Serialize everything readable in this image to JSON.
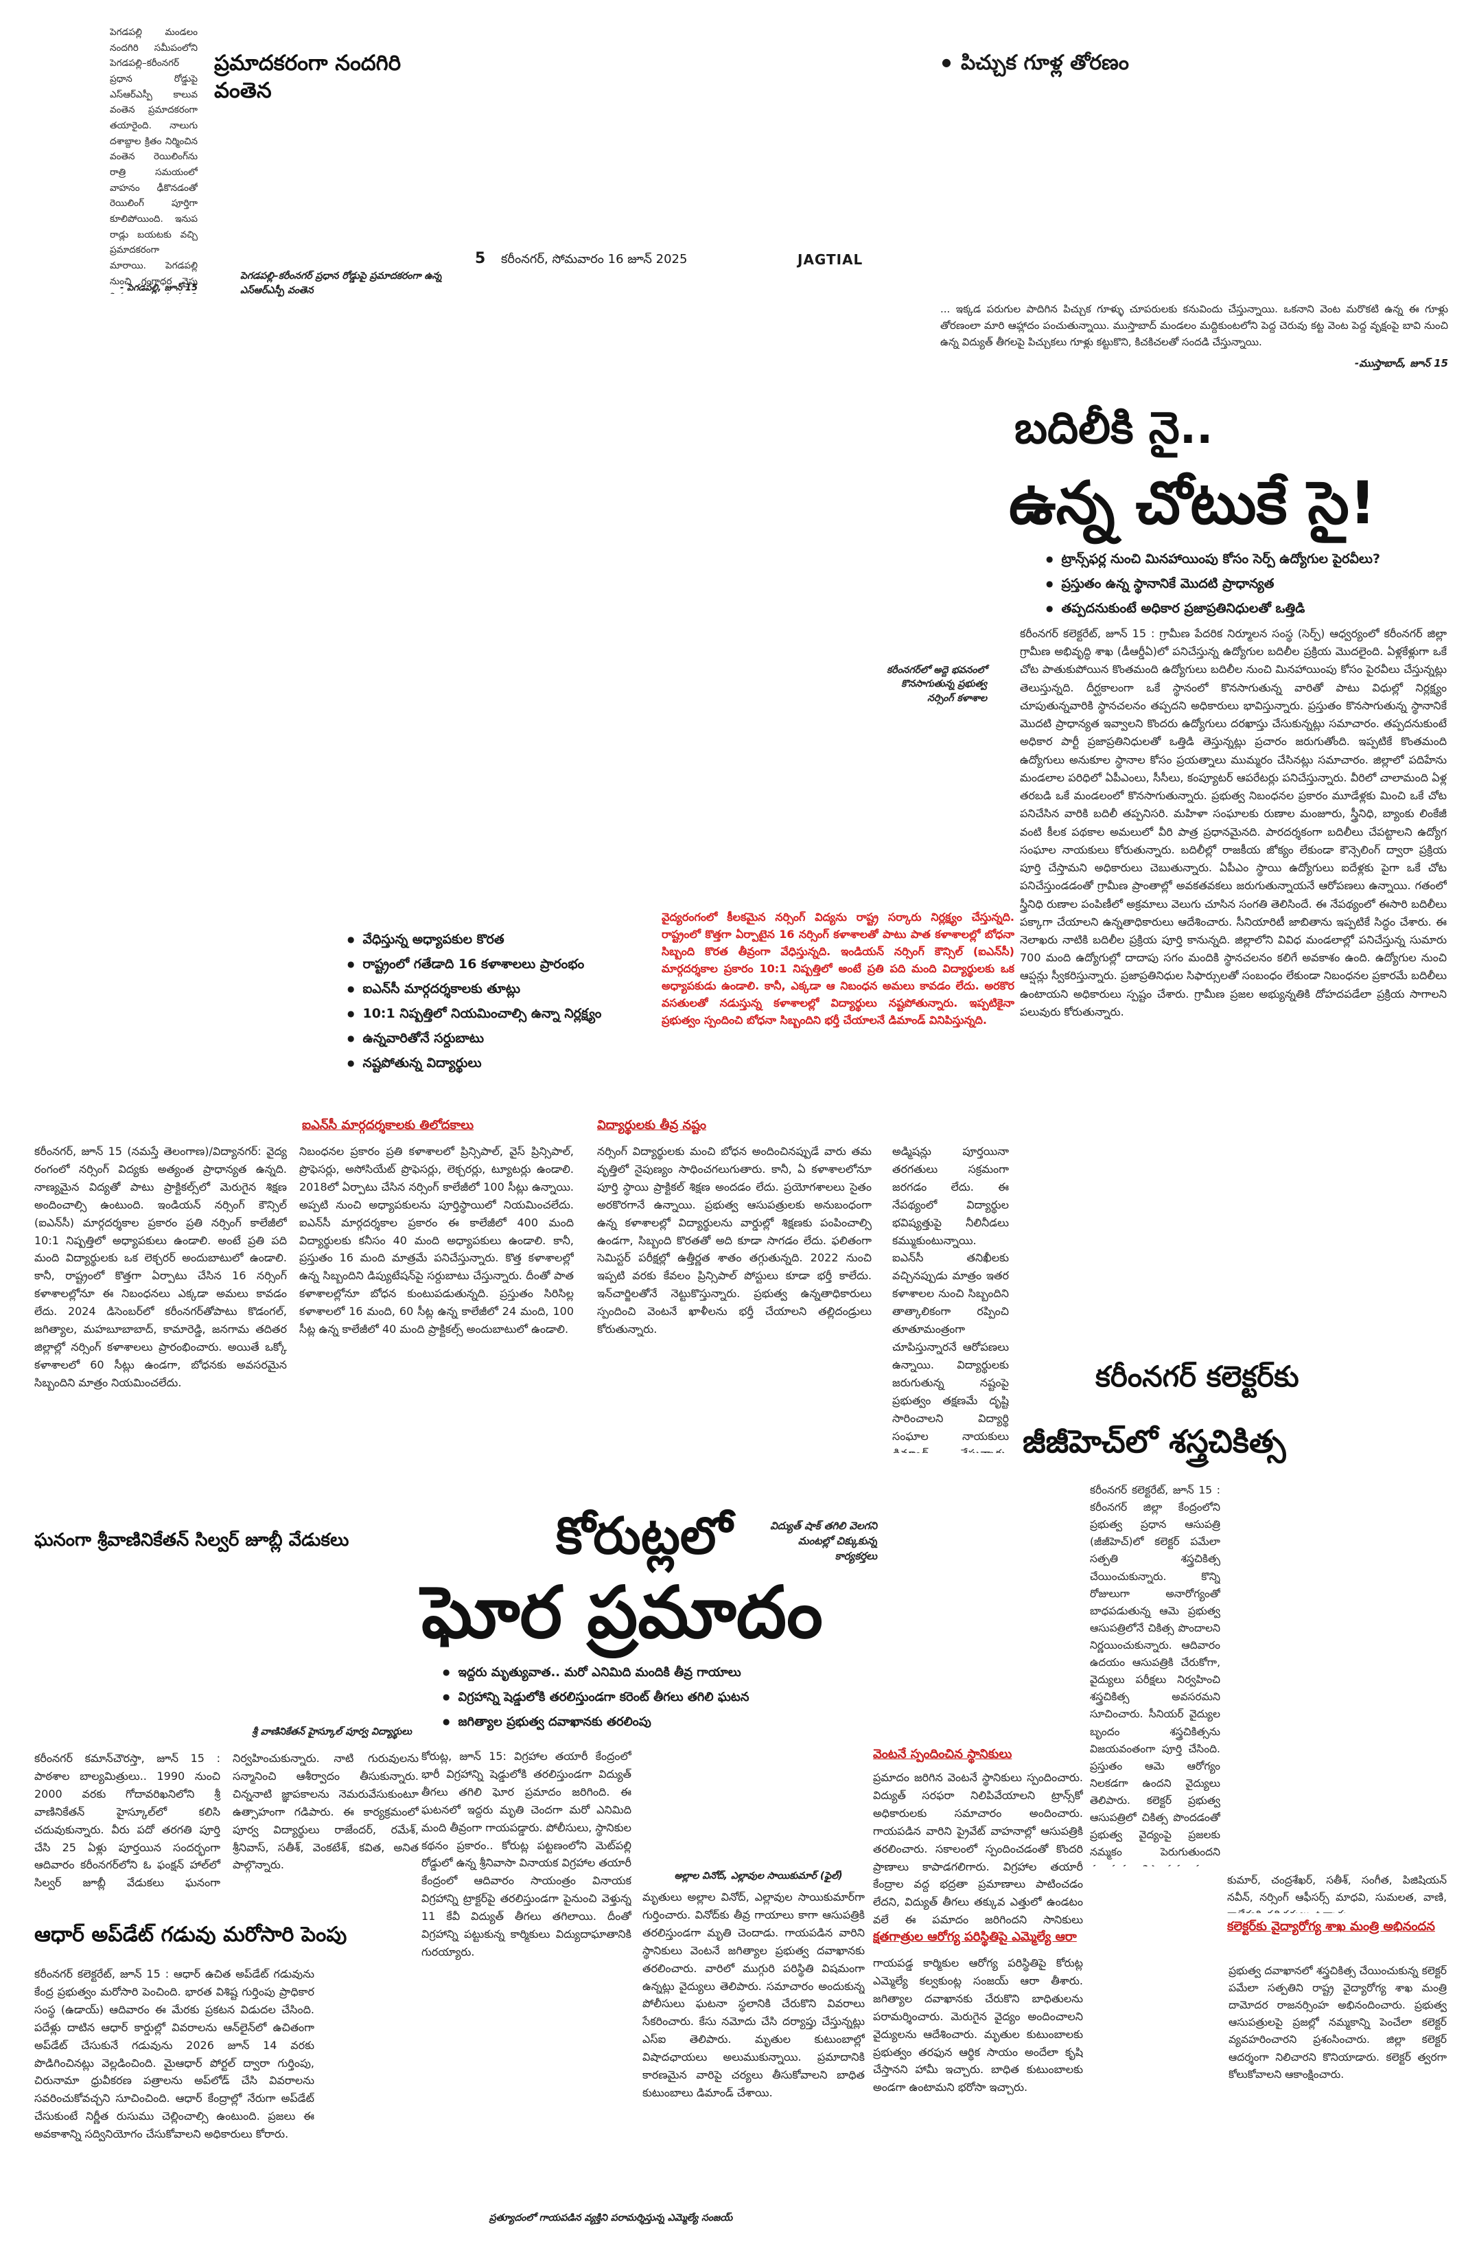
{
  "masthead": {
    "page_no": "5",
    "dateline": "కరీంనగర్, సోమవారం 16 జూన్ 2025",
    "section": "JAGTIAL"
  },
  "story_nandagiri": {
    "headline": "ప్రమాదకరంగా నందగిరి వంతెన",
    "body": "పెగడపల్లి మండలం నందగిరి సమీపంలోని పెగడపల్లి–కరీంనగర్ ప్రధాన రోడ్డుపై ఎస్ఆర్ఎస్పీ కాలువ వంతెన ప్రమాదకరంగా తయారైంది. నాలుగు దశాబ్దాల క్రితం నిర్మించిన వంతెన రెయిలింగ్‌ను రాత్రి సమయంలో వాహనం ఢీకొనడంతో రెయిలింగ్ పూర్తిగా కూలిపోయింది. ఇనుప రాడ్లు బయటకు వచ్చి ప్రమాదకరంగా మారాయి. పెగడపల్లి నుంచి గంగాధర వైపు నిత్యం వందలాది వాహనాలు ప్రయాణిస్తున్నాయి. జగిత్యాల, కరీంనగర్ జిల్లాలను కలిపే ప్రధాన మార్గం కావడంతో అధికారులు స్పందించి మరమ్మతులు చేయాలని వాహనదారులు కోరుతున్నారు.",
    "byline": "- పెగడపల్లి, జూన్ 15",
    "photo_caption": "పెగడపల్లి–కరీంనగర్ ప్రధాన రోడ్డుపై ప్రమాదకరంగా ఉన్న ఎస్ఆర్ఎస్పీ వంతెన"
  },
  "story_nests": {
    "headline": "పిచ్చుక గూళ్ల తోరణం",
    "body": "... ఇక్కడ పరుగుల పాదిగిన పిచ్చుక గూళ్ళు చూపరులకు కనువిందు చేస్తున్నాయి. ఒకనాని వెంట మరొకటి ఉన్న ఈ గూళ్లు తోరణంలా మారి ఆహ్లాదం పంచుతున్నాయి. ముస్తాబాద్ మండలం మద్దికుంటలోని పెద్ద చెరువు కట్ట వెంట పెద్ద వృక్షంపై బావి నుంచి ఉన్న విద్యుత్ తీగలపై పిచ్చుకలు గూళ్లు కట్టుకొని, కిచకిచలతో సందడి చేస్తున్నాయి.",
    "byline": "-ముస్తాబాద్, జూన్ 15"
  },
  "story_transfer": {
    "headline_line1": "బదిలీకి నై..",
    "headline_line2": "ఉన్న చోటుకే సై!",
    "bullets": [
      "ట్రాన్స్‌ఫర్ల నుంచి మినహాయింపు కోసం సెర్ప్ ఉద్యోగుల పైరవీలు?",
      "ప్రస్తుతం ఉన్న స్థానానికే మొదటి ప్రాధాన్యత",
      "తప్పదనుకుంటే అధికార ప్రజాప్రతినిధులతో ఒత్తిడి"
    ],
    "photo_caption": "కరీంనగర్‌లో అద్దె భవనంలో కొనసాగుతున్న ప్రభుత్వ నర్సింగ్ కళాశాల",
    "body": "కరీంనగర్ కలెక్టరేట్, జూన్ 15 : గ్రామీణ పేదరిక నిర్మూలన సంస్థ (సెర్ప్) ఆధ్వర్యంలో కరీంనగర్ జిల్లా గ్రామీణ అభివృద్ధి శాఖ (డీఆర్డీఏ)లో పనిచేస్తున్న ఉద్యోగుల బదిలీల ప్రక్రియ మొదలైంది. ఏళ్లకేళ్లుగా ఒకే చోట పాతుకుపోయిన కొంతమంది ఉద్యోగులు బదిలీల నుంచి మినహాయింపు కోసం పైరవీలు చేస్తున్నట్లు తెలుస్తున్నది. దీర్ఘకాలంగా ఒకే స్థానంలో కొనసాగుతున్న వారితో పాటు విధుల్లో నిర్లక్ష్యం చూపుతున్నవారికి స్థానచలనం తప్పదని అధికారులు భావిస్తున్నారు. ప్రస్తుతం కొనసాగుతున్న స్థానానికే మొదటి ప్రాధాన్యత ఇవ్వాలని కొందరు ఉద్యోగులు దరఖాస్తు చేసుకున్నట్లు సమాచారం. తప్పదనుకుంటే అధికార పార్టీ ప్రజాప్రతినిధులతో ఒత్తిడి తెస్తున్నట్లు ప్రచారం జరుగుతోంది. ఇప్పటికే కొంతమంది ఉద్యోగులు అనుకూల స్థానాల కోసం ప్రయత్నాలు ముమ్మరం చేసినట్లు సమాచారం. జిల్లాలో పదిహేను మండలాల పరిధిలో ఏపీఎంలు, సీసీలు, కంప్యూటర్ ఆపరేటర్లు పనిచేస్తున్నారు. వీరిలో చాలామంది ఏళ్ల తరబడి ఒకే మండలంలో కొనసాగుతున్నారు. ప్రభుత్వ నిబంధనల ప్రకారం మూడేళ్లకు మించి ఒకే చోట పనిచేసిన వారికి బదిలీ తప్పనిసరి. మహిళా సంఘాలకు రుణాల మంజూరు, స్త్రీనిధి, బ్యాంకు లింకేజీ వంటి కీలక పథకాల అమలులో వీరి పాత్ర ప్రధానమైనది. పారదర్శకంగా బదిలీలు చేపట్టాలని ఉద్యోగ సంఘాల నాయకులు కోరుతున్నారు. బదిలీల్లో రాజకీయ జోక్యం లేకుండా కౌన్సెలింగ్ ద్వారా ప్రక్రియ పూర్తి చేస్తామని అధికారులు చెబుతున్నారు. ఏపీఎం స్థాయి ఉద్యోగులు ఐదేళ్లకు పైగా ఒకే చోట పనిచేస్తుండడంతో గ్రామీణ ప్రాంతాల్లో అవకతవకలు జరుగుతున్నాయనే ఆరోపణలు ఉన్నాయి. గతంలో స్త్రీనిధి రుణాల పంపిణీలో అక్రమాలు వెలుగు చూసిన సంగతి తెలిసిందే. ఈ నేపథ్యంలో ఈసారి బదిలీలు పక్కాగా చేయాలని ఉన్నతాధికారులు ఆదేశించారు. సీనియారిటీ జాబితాను ఇప్పటికే సిద్ధం చేశారు. ఈ నెలాఖరు నాటికి బదిలీల ప్రక్రియ పూర్తి కానున్నది. జిల్లాలోని వివిధ మండలాల్లో పనిచేస్తున్న సుమారు 700 మంది ఉద్యోగుల్లో దాదాపు సగం మందికి స్థానచలనం కలిగే అవకాశం ఉంది. ఉద్యోగుల నుంచి ఆప్షన్లు స్వీకరిస్తున్నారు. ప్రజాప్రతినిధుల సిఫార్సులతో సంబంధం లేకుండా నిబంధనల ప్రకారమే బదిలీలు ఉంటాయని అధికారులు స్పష్టం చేశారు. గ్రామీణ ప్రజల అభ్యున్నతికి దోహదపడేలా ప్రక్రియ సాగాలని పలువురు కోరుతున్నారు."
  },
  "story_nursing": {
    "red_lede": "వైద్యరంగంలో కీలకమైన నర్సింగ్ విద్యను రాష్ట్ర సర్కారు నిర్లక్ష్యం చేస్తున్నది. రాష్ట్రంలో కొత్తగా ఏర్పాటైన 16 నర్సింగ్ కళాశాలతో పాటు పాత కళాశాలల్లో బోధనా సిబ్బంది కొరత తీవ్రంగా వేధిస్తున్నది. ఇండియన్ నర్సింగ్ కౌన్సిల్ (ఐఎన్‌సీ) మార్గదర్శకాల ప్రకారం 10:1 నిష్పత్తిలో అంటే ప్రతి పది మంది విద్యార్థులకు ఒక అధ్యాపకుడు ఉండాలి. కానీ, ఎక్కడా ఆ నిబంధన అమలు కావడం లేదు. అరకొర వసతులతో నడుస్తున్న కళాశాలల్లో విద్యార్థులు నష్టపోతున్నారు. ఇప్పటికైనా ప్రభుత్వం స్పందించి బోధనా సిబ్బందిని భర్తీ చేయాలనే డిమాండ్ వినిపిస్తున్నది.",
    "bullets": [
      "వేధిస్తున్న అధ్యాపకుల కొరత",
      "రాష్ట్రంలో గతేడాది 16 కళాశాలలు ప్రారంభం",
      "ఐఎన్‌సీ మార్గదర్శకాలకు తూట్లు",
      "10:1 నిష్పత్తిలో నియమించాల్సి ఉన్నా నిర్లక్ష్యం",
      "ఉన్నవారితోనే సర్దుబాటు",
      "నష్టపోతున్న విద్యార్థులు"
    ],
    "sub1": "ఐఎన్‌సీ మార్గదర్శకాలకు తిలోదకాలు",
    "sub2": "విద్యార్థులకు తీవ్ర నష్టం",
    "col1": "కరీంనగర్, జూన్ 15 (నమస్తే తెలంగాణ)/విద్యానగర్: వైద్య రంగంలో నర్సింగ్ విద్యకు అత్యంత ప్రాధాన్యత ఉన్నది. నాణ్యమైన విద్యతో పాటు ప్రాక్టికల్స్‌లో మెరుగైన శిక్షణ అందించాల్సి ఉంటుంది. ఇండియన్ నర్సింగ్ కౌన్సిల్ (ఐఎన్‌సీ) మార్గదర్శకాల ప్రకారం ప్రతి నర్సింగ్ కాలేజీలో 10:1 నిష్పత్తిలో అధ్యాపకులు ఉండాలి. అంటే ప్రతి పది మంది విద్యార్థులకు ఒక లెక్చరర్ అందుబాటులో ఉండాలి. కానీ, రాష్ట్రంలో కొత్తగా ఏర్పాటు చేసిన 16 నర్సింగ్ కళాశాలల్లోనూ ఈ నిబంధనలు ఎక్కడా అమలు కావడం లేదు. 2024 డిసెంబర్‌లో కరీంనగర్‌తోపాటు కొడంగల్, జగిత్యాల, మహబూబాబాద్, కామారెడ్డి, జనగామ తదితర జిల్లాల్లో నర్సింగ్ కళాశాలలు ప్రారంభించారు. అయితే ఒక్కో కళాశాలలో 60 సీట్లు ఉండగా, బోధనకు అవసరమైన సిబ్బందిని మాత్రం నియమించలేదు.",
    "col2": "నిబంధనల ప్రకారం ప్రతి కళాశాలలో ప్రిన్సిపాల్, వైస్ ప్రిన్సిపాల్, ప్రొఫెసర్లు, అసోసియేట్ ప్రొఫెసర్లు, లెక్చరర్లు, ట్యూటర్లు ఉండాలి. 2018లో ఏర్పాటు చేసిన నర్సింగ్ కాలేజీలో 100 సీట్లు ఉన్నాయి. అప్పటి నుంచి అధ్యాపకులను పూర్తిస్థాయిలో నియమించలేదు. ఐఎన్‌సీ మార్గదర్శకాల ప్రకారం ఈ కాలేజీలో 400 మంది విద్యార్థులకు కనీసం 40 మంది అధ్యాపకులు ఉండాలి. కానీ, ప్రస్తుతం 16 మంది మాత్రమే పనిచేస్తున్నారు. కొత్త కళాశాలల్లో ఉన్న సిబ్బందిని డిప్యుటేషన్‌పై సర్దుబాటు చేస్తున్నారు. దీంతో పాత కళాశాలల్లోనూ బోధన కుంటుపడుతున్నది. ప్రస్తుతం సిరిసిల్ల కళాశాలలో 16 మంది, 60 సీట్ల ఉన్న కాలేజీలో 24 మంది, 100 సీట్ల ఉన్న కాలేజీలో 40 మంది ప్రాక్టికల్స్ అందుబాటులో ఉండాలి.",
    "col3": "నర్సింగ్ విద్యార్థులకు మంచి బోధన అందించినప్పుడే వారు తమ వృత్తిలో నైపుణ్యం సాధించగలుగుతారు. కానీ, ఏ కళాశాలలోనూ పూర్తి స్థాయి ప్రాక్టికల్ శిక్షణ అందడం లేదు. ప్రయోగశాలలు సైతం అరకొరగానే ఉన్నాయి. ప్రభుత్వ ఆసుపత్రులకు అనుబంధంగా ఉన్న కళాశాలల్లో విద్యార్థులను వార్డుల్లో శిక్షణకు పంపించాల్సి ఉండగా, సిబ్బంది కొరతతో అది కూడా సాగడం లేదు. ఫలితంగా సెమిస్టర్ పరీక్షల్లో ఉత్తీర్ణత శాతం తగ్గుతున్నది. 2022 నుంచి ఇప్పటి వరకు కేవలం ప్రిన్సిపాల్ పోస్టులు కూడా భర్తీ కాలేదు. ఇన్‌చార్జిలతోనే నెట్టుకొస్తున్నారు. ప్రభుత్వ ఉన్నతాధికారులు స్పందించి వెంటనే ఖాళీలను భర్తీ చేయాలని తల్లిదండ్రులు కోరుతున్నారు.",
    "col4": "అడ్మిషన్లు పూర్తయినా తరగతులు సక్రమంగా జరగడం లేదు. ఈ నేపథ్యంలో విద్యార్థుల భవిష్యత్తుపై నీలినీడలు కమ్ముకుంటున్నాయి. ఐఎన్‌సీ తనిఖీలకు వచ్చినప్పుడు మాత్రం ఇతర కళాశాలల నుంచి సిబ్బందిని తాత్కాలికంగా రప్పించి తూతూమంత్రంగా చూపిస్తున్నారనే ఆరోపణలు ఉన్నాయి. విద్యార్థులకు జరుగుతున్న నష్టంపై ప్రభుత్వం తక్షణమే దృష్టి సారించాలని విద్యార్థి సంఘాల నాయకులు డిమాండ్ చేస్తున్నారు. లేకపోతే ఆందోళన తప్పదని హెచ్చరిస్తున్నారు."
  },
  "story_surgery": {
    "headline_line1": "కరీంనగర్ కలెక్టర్‌కు",
    "headline_line2": "జీజీహెచ్‌లో శస్త్రచికిత్స",
    "body": "కరీంనగర్ కలెక్టరేట్, జూన్ 15 : కరీంనగర్ జిల్లా కేంద్రంలోని ప్రభుత్వ ప్రధాన ఆసుపత్రి (జీజీహెచ్)లో కలెక్టర్ పమేలా సత్పతి శస్త్రచికిత్స చేయించుకున్నారు. కొన్ని రోజులుగా అనారోగ్యంతో బాధపడుతున్న ఆమె ప్రభుత్వ ఆసుపత్రిలోనే చికిత్స పొందాలని నిర్ణయించుకున్నారు. ఆదివారం ఉదయం ఆసుపత్రికి చేరుకోగా, వైద్యులు పరీక్షలు నిర్వహించి శస్త్రచికిత్స అవసరమని సూచించారు. సీనియర్ వైద్యుల బృందం శస్త్రచికిత్సను విజయవంతంగా పూర్తి చేసింది. ప్రస్తుతం ఆమె ఆరోగ్యం నిలకడగా ఉందని వైద్యులు తెలిపారు. కలెక్టర్ ప్రభుత్వ ఆసుపత్రిలో చికిత్స పొందడంతో ప్రభుత్వ వైద్యంపై ప్రజలకు నమ్మకం పెరుగుతుందని పలువురు అభిప్రాయపడ్డారు.",
    "doctors_list": "కుమార్, చంద్రశేఖర్, సతీశ్, సంగీత, పిజిషియన్ నవీన్, నర్సింగ్ ఆఫీసర్స్ మాధవి, సుమలత, వాణి, రాజేశ్వరి తదితరులు ఉన్నారు.",
    "sub": "కలెక్టర్‌కు వైద్యారోగ్య శాఖ మంత్రి అభినందన",
    "sub_body": "ప్రభుత్వ దవాఖానలో శస్త్రచికిత్స చేయించుకున్న కలెక్టర్ పమేలా సత్పతిని రాష్ట్ర వైద్యారోగ్య శాఖ మంత్రి దామోదర రాజనర్సింహ అభినందించారు. ప్రభుత్వ ఆసుపత్రులపై ప్రజల్లో నమ్మకాన్ని పెంచేలా కలెక్టర్ వ్యవహరించారని ప్రశంసించారు. జిల్లా కలెక్టర్ ఆదర్శంగా నిలిచారని కొనియాడారు. కలెక్టర్ త్వరగా కోలుకోవాలని ఆకాంక్షించారు."
  },
  "story_korutla": {
    "headline_line1": "కోరుట్లలో",
    "headline_line2": "ఘోర ప్రమాదం",
    "bullets": [
      "ఇద్దరు మృత్యువాత.. మరో ఎనిమిది మందికి తీవ్ర గాయాలు",
      "విగ్రహాన్ని షెడ్డులోకి తరలిస్తుండగా కరెంట్ తీగలు తగిలి ఘటన",
      "జగిత్యాల ప్రభుత్వ దవాఖానకు తరలింపు"
    ],
    "photo_caption_right": "విద్యుత్ షాక్ తగిలి వెలగని మంటల్లో చిక్కుకున్న కార్యకర్తలు",
    "photo_caption_bottom_left": "అల్లాల వినోద్, ఎల్లావుల సాయికుమార్ (ఫైల్)",
    "photo_caption_bottom": "ప్రత్యూదంలో గాయపడిన వ్యక్తిని పరామర్శిస్తున్న ఎమ్మెల్యే సంజయ్",
    "col1": "కోరుట్ల, జూన్ 15: విగ్రహాల తయారీ కేంద్రంలో భారీ విగ్రహాన్ని షెడ్డులోకి తరలిస్తుండగా విద్యుత్ తీగలు తగిలి ఘోర ప్రమాదం జరిగింది. ఈ ఘటనలో ఇద్దరు మృతి చెందగా మరో ఎనిమిది మంది తీవ్రంగా గాయపడ్డారు. పోలీసులు, స్థానికుల కథనం ప్రకారం.. కోరుట్ల పట్టణంలోని మెట్‌పల్లి రోడ్డులో ఉన్న శ్రీనివాసా వినాయక విగ్రహాల తయారీ కేంద్రంలో ఆదివారం సాయంత్రం వినాయక విగ్రహాన్ని ట్రాక్టర్‌పై తరలిస్తుండగా పైనుంచి వెళ్తున్న 11 కేవీ విద్యుత్ తీగలు తగిలాయి. దీంతో విగ్రహాన్ని పట్టుకున్న కార్మికులు విద్యుదాఘాతానికి గురయ్యారు.",
    "col2": "మృతులు అల్లాల వినోద్, ఎల్లావుల సాయికుమార్‌గా గుర్తించారు. వినోద్‌కు తీవ్ర గాయాలు కాగా ఆసుపత్రికి తరలిస్తుండగా మృతి చెందాడు. గాయపడిన వారిని స్థానికులు వెంటనే జగిత్యాల ప్రభుత్వ దవాఖానకు తరలించారు. వారిలో ముగ్గురి పరిస్థితి విషమంగా ఉన్నట్లు వైద్యులు తెలిపారు. సమాచారం అందుకున్న పోలీసులు ఘటనా స్థలానికి చేరుకొని వివరాలు సేకరించారు. కేసు నమోదు చేసి దర్యాప్తు చేస్తున్నట్లు ఎస్‌ఐ తెలిపారు. మృతుల కుటుంబాల్లో విషాదఛాయలు అలుముకున్నాయి. ప్రమాదానికి కారణమైన వారిపై చర్యలు తీసుకోవాలని బాధిత కుటుంబాలు డిమాండ్ చేశాయి.",
    "sub1": "వెంటనే స్పందించిన స్థానికులు",
    "col3": "ప్రమాదం జరిగిన వెంటనే స్థానికులు స్పందించారు. విద్యుత్ సరఫరా నిలిపివేయాలని ట్రాన్స్‌కో అధికారులకు సమాచారం అందించారు. గాయపడిన వారిని ప్రైవేట్ వాహనాల్లో ఆసుపత్రికి తరలించారు. సకాలంలో స్పందించడంతో కొందరి ప్రాణాలు కాపాడగలిగారు. విగ్రహాల తయారీ కేంద్రాల వద్ద భద్రతా ప్రమాణాలు పాటించడం లేదని, విద్యుత్ తీగలు తక్కువ ఎత్తులో ఉండటం వల్లే ఈ ప్రమాదం జరిగిందని స్థానికులు ఆరోపించారు.",
    "sub2": "క్షతగాత్రుల ఆరోగ్య పరిస్థితిపై ఎమ్మెల్యే ఆరా",
    "col4": "గాయపడ్డ కార్మికుల ఆరోగ్య పరిస్థితిపై కోరుట్ల ఎమ్మెల్యే కల్వకుంట్ల సంజయ్ ఆరా తీశారు. జగిత్యాల దవాఖానకు చేరుకొని బాధితులను పరామర్శించారు. మెరుగైన వైద్యం అందించాలని వైద్యులను ఆదేశించారు. మృతుల కుటుంబాలకు ప్రభుత్వం తరఫున ఆర్థిక సాయం అందేలా కృషి చేస్తానని హామీ ఇచ్చారు. బాధిత కుటుంబాలకు అండగా ఉంటామని భరోసా ఇచ్చారు."
  },
  "story_jubilee": {
    "headline": "ఘనంగా శ్రీవాణినికేతన్ సిల్వర్ జూబ్లీ వేడుకలు",
    "photo_caption": "శ్రీ వాణినికేతన్ హైస్కూల్ పూర్వ విద్యార్థులు",
    "body": "కరీంనగర్ కమాన్‌చౌరస్తా, జూన్ 15 : పాఠశాల బాల్యమిత్రులు.. 1990 నుంచి 2000 వరకు గోదావరిఖనిలోని శ్రీ వాణినికేతన్ హైస్కూల్‌లో కలిసి చదువుకున్నారు. వీరు పదో తరగతి పూర్తి చేసి 25 ఏళ్లు పూర్తయిన సందర్భంగా ఆదివారం కరీంనగర్‌లోని ఓ ఫంక్షన్ హాల్‌లో సిల్వర్ జూబ్లీ వేడుకలు ఘనంగా నిర్వహించుకున్నారు. నాటి గురువులను సన్మానించి ఆశీర్వాదం తీసుకున్నారు. చిన్ననాటి జ్ఞాపకాలను నెమరువేసుకుంటూ ఉత్సాహంగా గడిపారు. ఈ కార్యక్రమంలో పూర్వ విద్యార్థులు రాజేందర్, రమేశ్, శ్రీనివాస్, సతీశ్, వెంకటేశ్, కవిత, అనిత పాల్గొన్నారు."
  },
  "story_aadhaar": {
    "headline": "ఆధార్ అప్‌డేట్ గడువు మరోసారి పెంపు",
    "body": "కరీంనగర్ కలెక్టరేట్, జూన్ 15 : ఆధార్ ఉచిత అప్‌డేట్ గడువును కేంద్ర ప్రభుత్వం మరోసారి పెంచింది. భారత విశిష్ట గుర్తింపు ప్రాధికార సంస్థ (ఉడాయ్) ఆదివారం ఈ మేరకు ప్రకటన విడుదల చేసింది. పదేళ్లు దాటిన ఆధార్ కార్డుల్లో వివరాలను ఆన్‌లైన్‌లో ఉచితంగా అప్‌డేట్ చేసుకునే గడువును 2026 జూన్ 14 వరకు పొడిగించినట్లు వెల్లడించింది. మైఆధార్ పోర్టల్ ద్వారా గుర్తింపు, చిరునామా ధ్రువీకరణ పత్రాలను అప్‌లోడ్ చేసి వివరాలను సవరించుకోవచ్చని సూచించింది. ఆధార్ కేంద్రాల్లో నేరుగా అప్‌డేట్ చేసుకుంటే నిర్ణీత రుసుము చెల్లించాల్సి ఉంటుంది. ప్రజలు ఈ అవకాశాన్ని సద్వినియోగం చేసుకోవాలని అధికారులు కోరారు."
  }
}
